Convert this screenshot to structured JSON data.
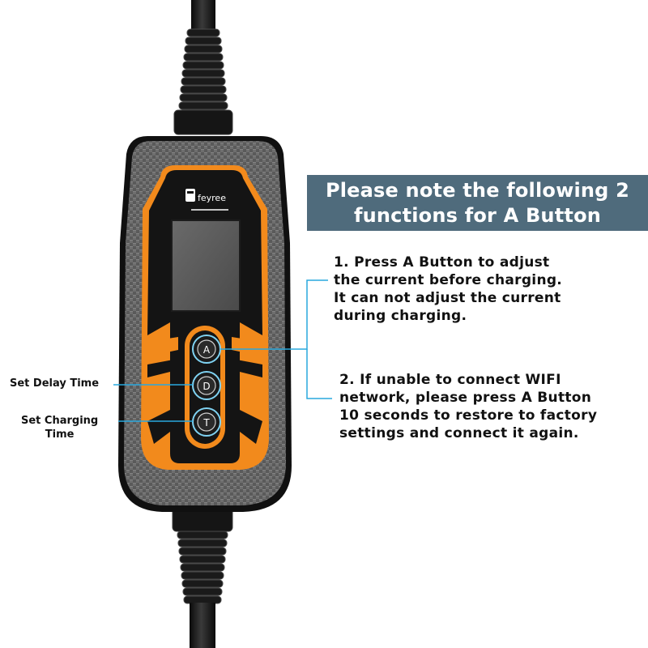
{
  "banner": {
    "line1": "Please note the following 2",
    "line2": "functions for A Button"
  },
  "note1": {
    "line1": "1.  Press A Button to adjust",
    "line2": "the current before charging.",
    "line3": "It can not adjust the current",
    "line4": "during charging."
  },
  "note2": {
    "line1": "2. If unable to connect WIFI",
    "line2": "network, please press A Button",
    "line3": "10 seconds to restore to factory",
    "line4": "settings and connect it again."
  },
  "labels": {
    "delay": "Set Delay Time",
    "charging_line1": "Set Charging",
    "charging_line2": "Time"
  },
  "device": {
    "brand": "feyree",
    "buttons": [
      "A",
      "D",
      "T"
    ]
  },
  "colors": {
    "accent_orange": "#f28a1c",
    "callout_blue": "#29a8de",
    "banner_bg": "#4f6b7c",
    "body_black": "#141414"
  }
}
